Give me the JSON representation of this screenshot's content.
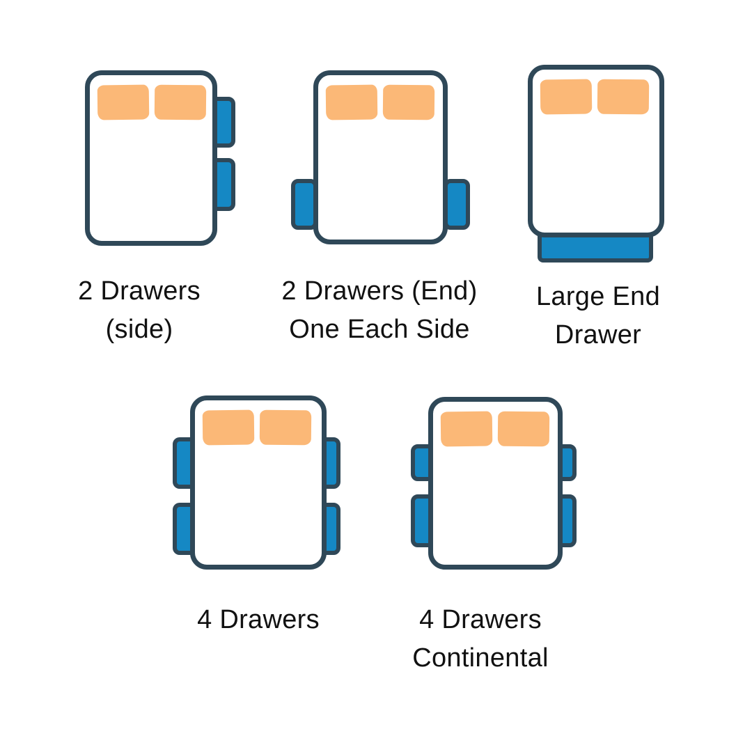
{
  "colors": {
    "background": "#FFFFFF",
    "bed_fill": "#FFFFFF",
    "outline": "#2F4858",
    "drawer_blue": "#1588C4",
    "pillow_orange": "#FBB877",
    "label_text": "#111111"
  },
  "figures": [
    {
      "id": "2-drawers-side",
      "label": "2 Drawers\n(side)"
    },
    {
      "id": "2-drawers-end-one-each-side",
      "label": "2 Drawers (End)\nOne Each Side"
    },
    {
      "id": "large-end-drawer",
      "label": "Large End\nDrawer"
    },
    {
      "id": "4-drawers",
      "label": "4 Drawers"
    },
    {
      "id": "4-drawers-continental",
      "label": "4 Drawers\nContinental"
    }
  ]
}
